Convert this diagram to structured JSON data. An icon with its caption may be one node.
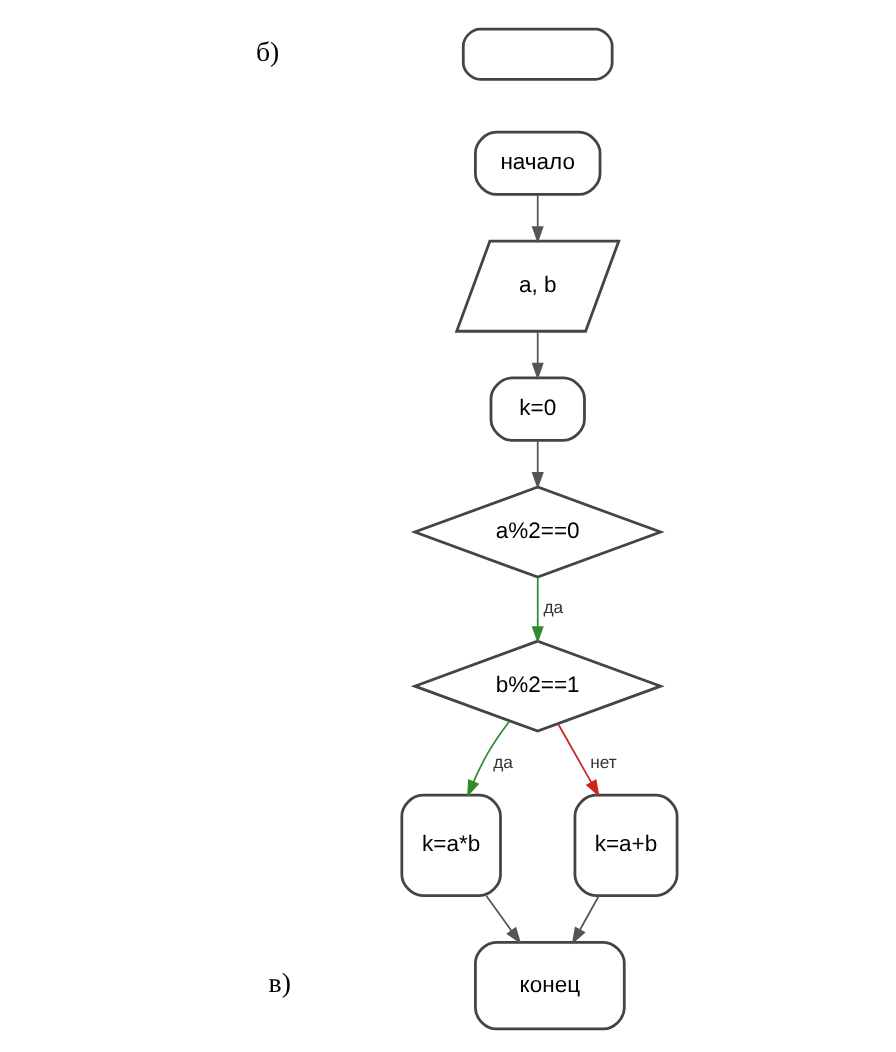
{
  "diagram": {
    "nodes": [
      {
        "text": [],
        "shape": "box"
      },
      {
        "text": [
          "начало"
        ]
      },
      {
        "text": [
          "a, b"
        ]
      },
      {
        "text": [
          "k=0"
        ]
      },
      {
        "text": [
          "a%2==0"
        ]
      },
      {
        "text": [
          "b%2==1"
        ]
      },
      {
        "text": [
          "k=a*b"
        ]
      },
      {
        "text": [
          "k=a+b"
        ]
      },
      {
        "text": [
          "конец"
        ]
      }
    ],
    "edges": [
      {
        "from": 1,
        "to": 2,
        "arrow": "to"
      },
      {
        "from": 2,
        "to": 3,
        "arrow": "to"
      },
      {
        "from": 3,
        "to": 4,
        "arrow": "to"
      },
      {
        "from": 4,
        "to": 5,
        "arrow": "to",
        "label": "да",
        "color": "#2e8b2e"
      },
      {
        "from": 5,
        "to": 6,
        "arrow": "to",
        "label": "да",
        "color": "#2e8b2e"
      },
      {
        "from": 5,
        "to": 7,
        "arrow": "to",
        "label": "нет",
        "color": "#cc2222"
      },
      {
        "from": 6,
        "to": 8,
        "arrow": "to"
      },
      {
        "from": 7,
        "to": 8,
        "arrow": "to"
      }
    ],
    "labels": [
      "б)",
      "в)"
    ]
  }
}
